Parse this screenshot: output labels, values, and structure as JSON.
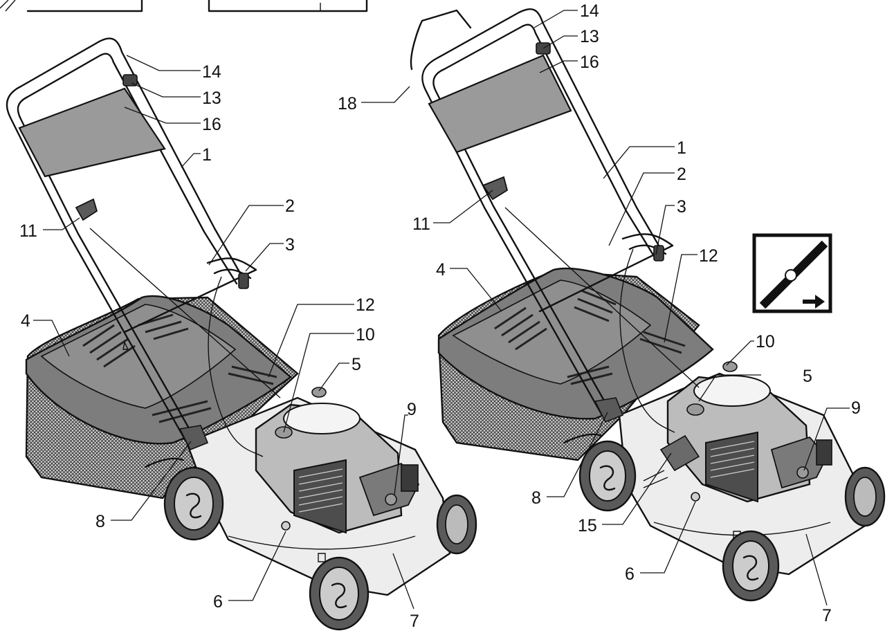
{
  "mower_a": {
    "callouts": [
      "14",
      "13",
      "16",
      "1",
      "2",
      "3",
      "11",
      "4",
      "12",
      "10",
      "5",
      "9",
      "8",
      "6",
      "7"
    ]
  },
  "mower_b": {
    "callouts": [
      "14",
      "13",
      "16",
      "18",
      "1",
      "2",
      "3",
      "11",
      "12",
      "4",
      "10",
      "5",
      "9",
      "8",
      "15",
      "6",
      "7"
    ]
  },
  "blade_symbol": {
    "icon": "blade-direction-icon"
  },
  "colors": {
    "grey_fill": "#9a9a9a",
    "dark_fill": "#5c5c5c",
    "light_fill": "#e8e8e8",
    "mesh": "#3a3a3a"
  }
}
